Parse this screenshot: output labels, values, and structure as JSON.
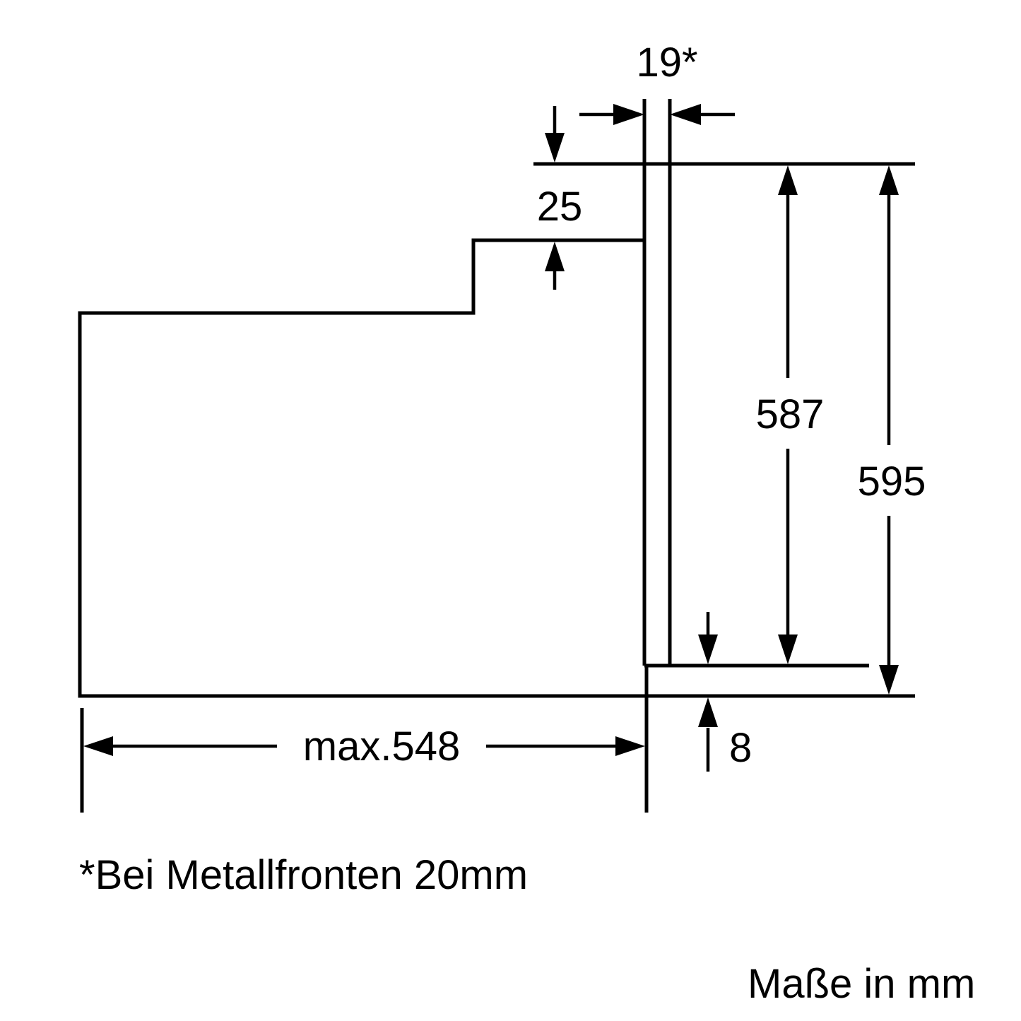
{
  "page": {
    "background": "#ffffff",
    "line_color": "#000000"
  },
  "diagram": {
    "type": "appliance-installation-dimension-drawing",
    "labels": {
      "front_thickness": "19*",
      "top_gap": "25",
      "inner_height": "587",
      "total_height": "595",
      "max_width": "max.548",
      "bottom_gap": "8"
    },
    "footnote": "*Bei Metallfronten 20mm",
    "units_note": "Maße in mm"
  }
}
